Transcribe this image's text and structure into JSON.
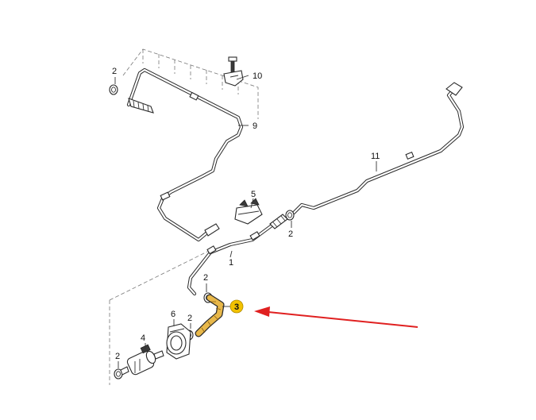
{
  "callouts": {
    "c1": "1",
    "c2a": "2",
    "c2b": "2",
    "c2c": "2",
    "c2d": "2",
    "c2e": "2",
    "c3": "3",
    "c4": "4",
    "c5": "5",
    "c6": "6",
    "c9": "9",
    "c10": "10",
    "c11": "11"
  },
  "colors": {
    "highlight_part": "#e8b84a",
    "highlight_badge": "#f2c200",
    "arrow": "#e02020",
    "line": "#2a2a2a"
  }
}
